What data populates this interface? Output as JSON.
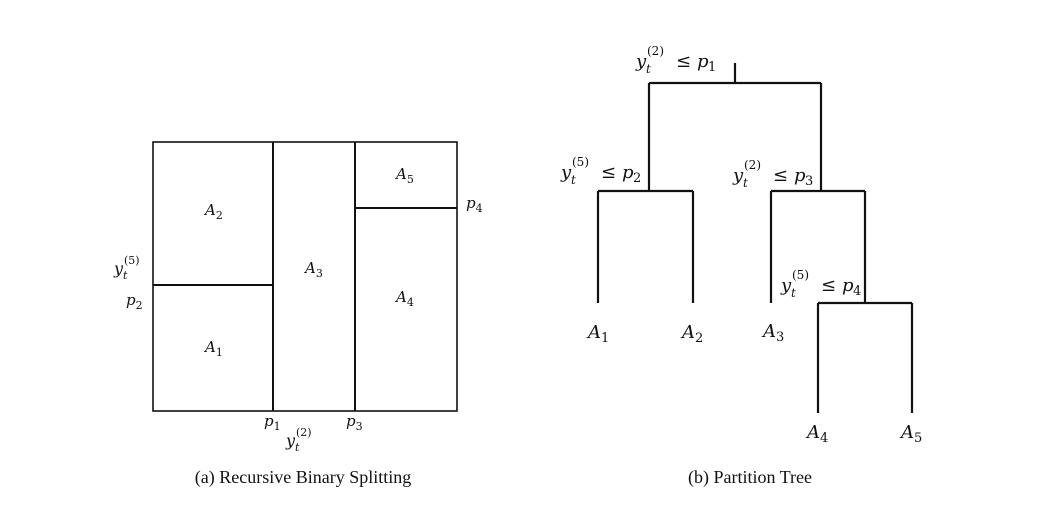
{
  "panel_a": {
    "caption": "(a) Recursive Binary Splitting",
    "regions": [
      {
        "id": "A1",
        "base": "A",
        "sub": "1"
      },
      {
        "id": "A2",
        "base": "A",
        "sub": "2"
      },
      {
        "id": "A3",
        "base": "A",
        "sub": "3"
      },
      {
        "id": "A4",
        "base": "A",
        "sub": "4"
      },
      {
        "id": "A5",
        "base": "A",
        "sub": "5"
      }
    ],
    "axis_x": {
      "base": "y",
      "sub": "t",
      "sup": "(2)"
    },
    "axis_y": {
      "base": "y",
      "sub": "t",
      "sup": "(5)"
    },
    "thresholds": {
      "p1": {
        "base": "p",
        "sub": "1"
      },
      "p2": {
        "base": "p",
        "sub": "2"
      },
      "p3": {
        "base": "p",
        "sub": "3"
      },
      "p4": {
        "base": "p",
        "sub": "4"
      }
    }
  },
  "panel_b": {
    "caption": "(b) Partition Tree",
    "splits": [
      {
        "var": {
          "base": "y",
          "sub": "t",
          "sup": "(2)"
        },
        "op": "≤",
        "thr": {
          "base": "p",
          "sub": "1"
        }
      },
      {
        "var": {
          "base": "y",
          "sub": "t",
          "sup": "(5)"
        },
        "op": "≤",
        "thr": {
          "base": "p",
          "sub": "2"
        }
      },
      {
        "var": {
          "base": "y",
          "sub": "t",
          "sup": "(2)"
        },
        "op": "≤",
        "thr": {
          "base": "p",
          "sub": "3"
        }
      },
      {
        "var": {
          "base": "y",
          "sub": "t",
          "sup": "(5)"
        },
        "op": "≤",
        "thr": {
          "base": "p",
          "sub": "4"
        }
      }
    ],
    "leaves": [
      {
        "base": "A",
        "sub": "1"
      },
      {
        "base": "A",
        "sub": "2"
      },
      {
        "base": "A",
        "sub": "3"
      },
      {
        "base": "A",
        "sub": "4"
      },
      {
        "base": "A",
        "sub": "5"
      }
    ]
  }
}
